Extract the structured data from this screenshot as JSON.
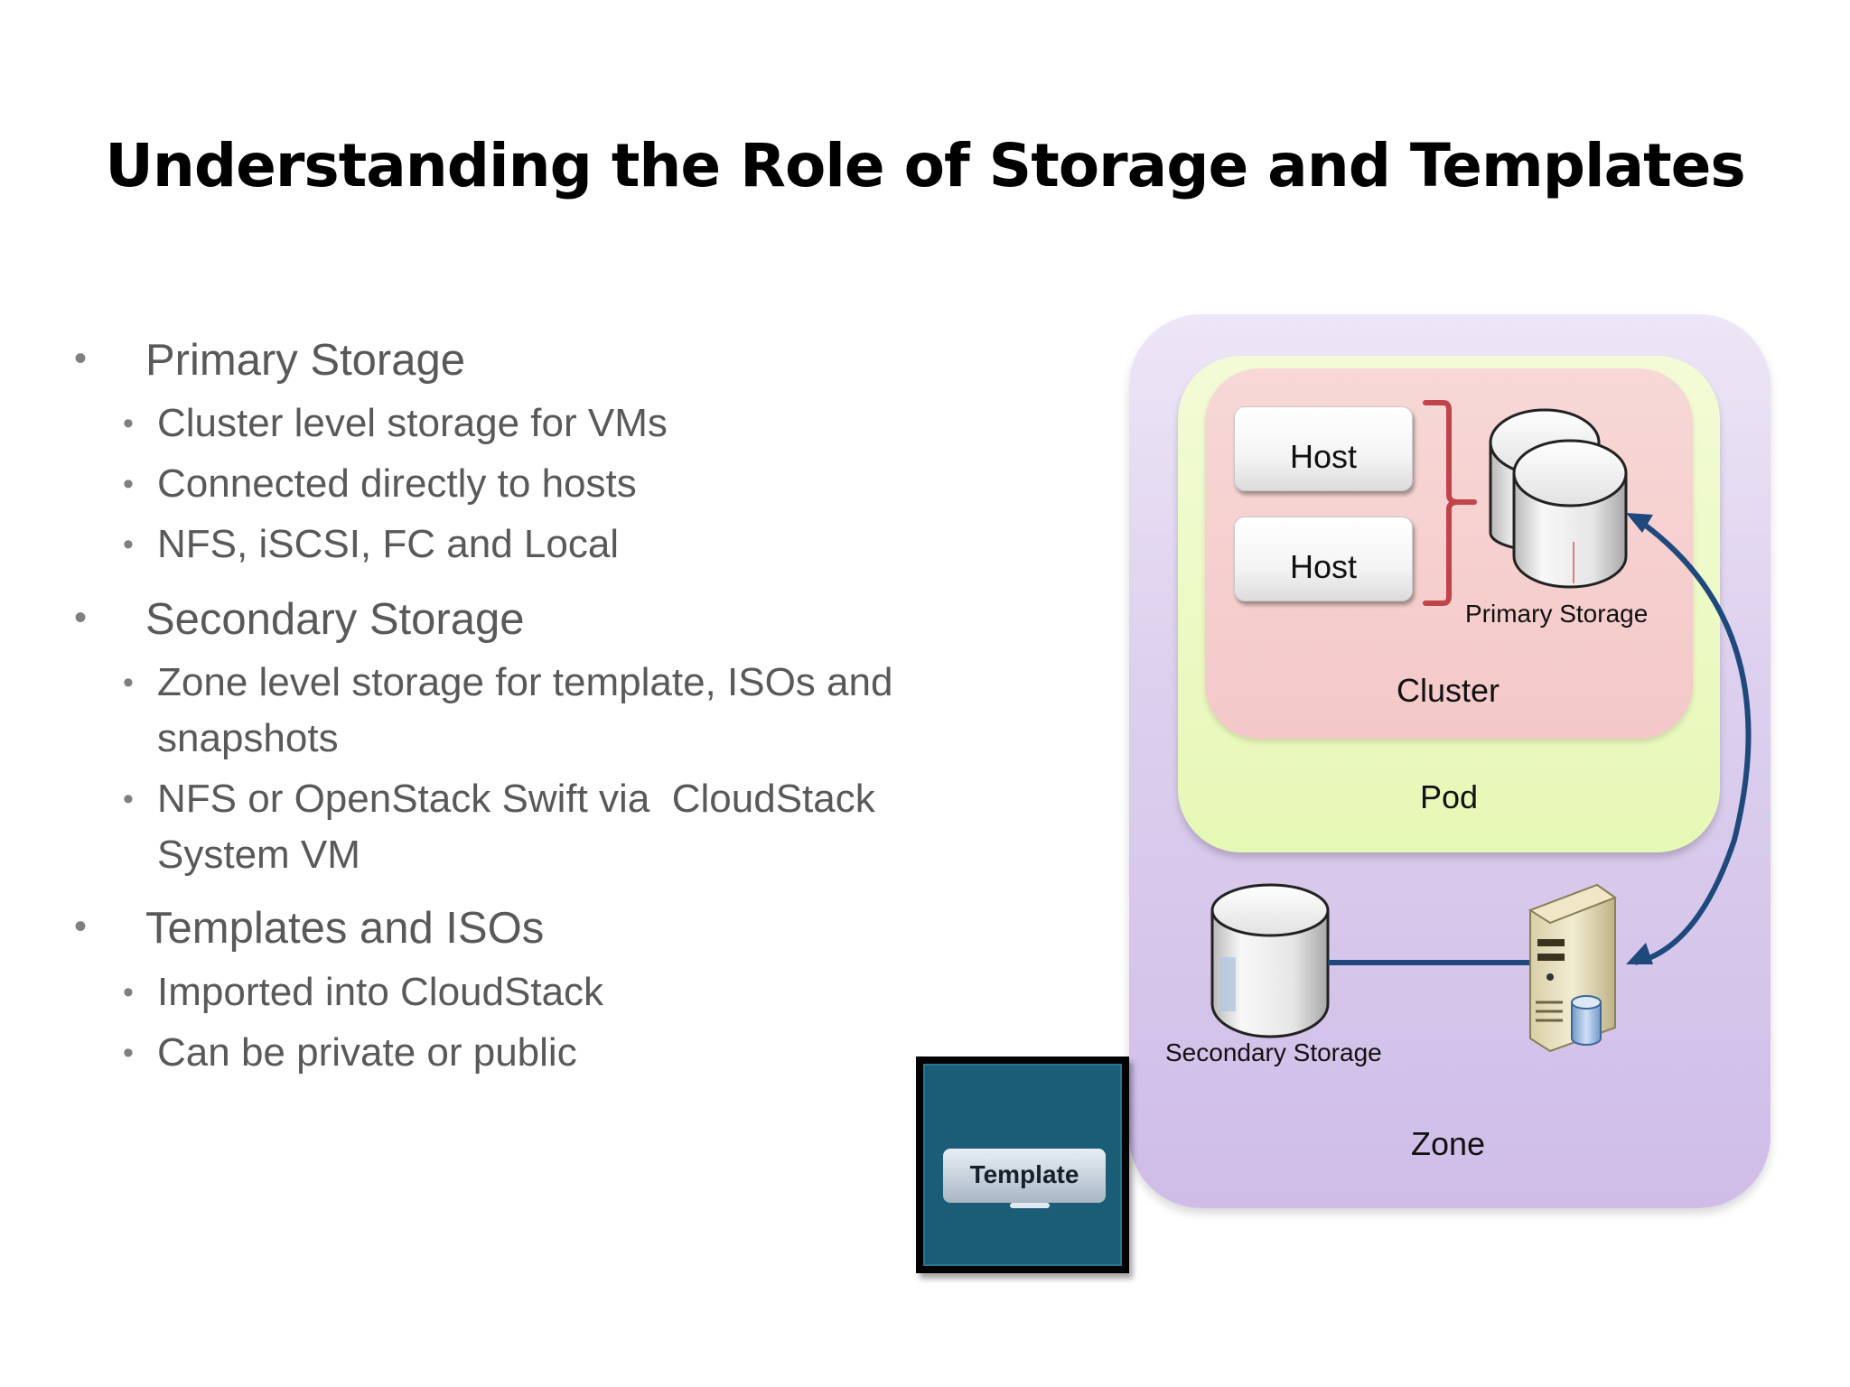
{
  "slide": {
    "title": "Understanding the Role of Storage and Templates"
  },
  "bullets": [
    {
      "heading": "Primary Storage",
      "items": [
        "Cluster level storage for VMs",
        "Connected directly to hosts",
        "NFS, iSCSI, FC and Local"
      ]
    },
    {
      "heading": "Secondary Storage",
      "items": [
        [
          "Zone level storage for template, ISOs and",
          "snapshots"
        ],
        [
          "NFS or OpenStack Swift via  CloudStack",
          "System VM"
        ]
      ]
    },
    {
      "heading": "Templates and ISOs",
      "items": [
        "Imported into CloudStack",
        "Can be private or public"
      ]
    }
  ],
  "diagram": {
    "host_1": "Host",
    "host_2": "Host",
    "primary_storage": "Primary Storage",
    "cluster": "Cluster",
    "pod": "Pod",
    "secondary_storage": "Secondary Storage",
    "zone": "Zone",
    "template": "Template"
  },
  "colors": {
    "zone_fill": "#d8c9ec",
    "pod_fill": "#e6f8b5",
    "cluster_fill": "#f4c8c8",
    "bracket": "#c0444a",
    "arrow": "#1f497d",
    "template_bg": "#1b5c77",
    "bullet_text": "#595959"
  },
  "icons": [
    "primary-storage-icon",
    "secondary-storage-icon",
    "server-icon",
    "bracket-icon",
    "arrow-icon"
  ]
}
